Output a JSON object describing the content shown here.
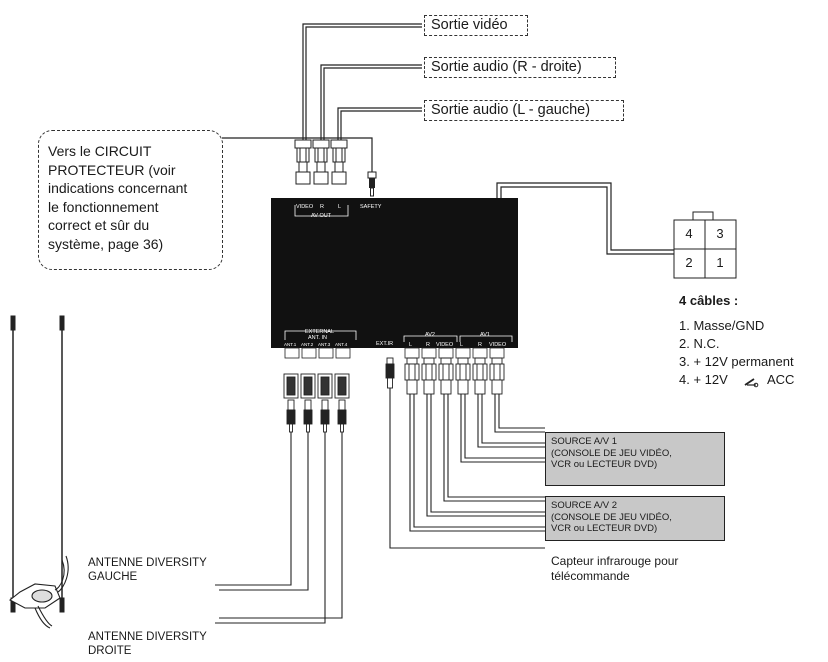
{
  "outputs": {
    "video": "Sortie vidéo",
    "audio_right": "Sortie audio (R - droite)",
    "audio_left": "Sortie audio (L - gauche)"
  },
  "protector_note": [
    "Vers le CIRCUIT",
    "PROTECTEUR (voir",
    "indications concernant",
    "le fonctionnement",
    "correct et sûr du",
    "système, page 36)"
  ],
  "unit": {
    "av_out_ports": [
      "VIDEO",
      "R",
      "L"
    ],
    "av_out_label": "AV OUT",
    "safety": "SAFETY",
    "external_ant_line1": "EXTERNAL",
    "external_ant_line2": "ANT. IN",
    "ant_ports": [
      "ANT.1",
      "ANT.2",
      "ANT.3",
      "ANT.4"
    ],
    "ext_ir": "EXT.IR",
    "av2": "AV2",
    "av1": "AV1",
    "av_ports": [
      "L",
      "R",
      "VIDEO",
      "L",
      "R",
      "VIDEO"
    ]
  },
  "power_connector": {
    "pins": [
      "4",
      "3",
      "2",
      "1"
    ],
    "title": "4 câbles :",
    "items": [
      "1. Masse/GND",
      "2. N.C.",
      "3. + 12V permanent",
      "4. + 12V",
      "ACC"
    ]
  },
  "sources": [
    {
      "title": "SOURCE A/V 1",
      "line2": "(CONSOLE DE JEU VIDÉO,",
      "line3": "VCR ou LECTEUR DVD)"
    },
    {
      "title": "SOURCE A/V 2",
      "line2": "(CONSOLE DE JEU VIDÉO,",
      "line3": "VCR ou LECTEUR DVD)"
    }
  ],
  "ir_sensor": [
    "Capteur infrarouge pour",
    "télécommande"
  ],
  "antennas": {
    "left": [
      "ANTENNE DIVERSITY",
      "GAUCHE"
    ],
    "right": [
      "ANTENNE DIVERSITY",
      "DROITE"
    ]
  },
  "colors": {
    "unit_body": "#111111",
    "source_box": "#c8c8c8",
    "line": "#222222"
  }
}
